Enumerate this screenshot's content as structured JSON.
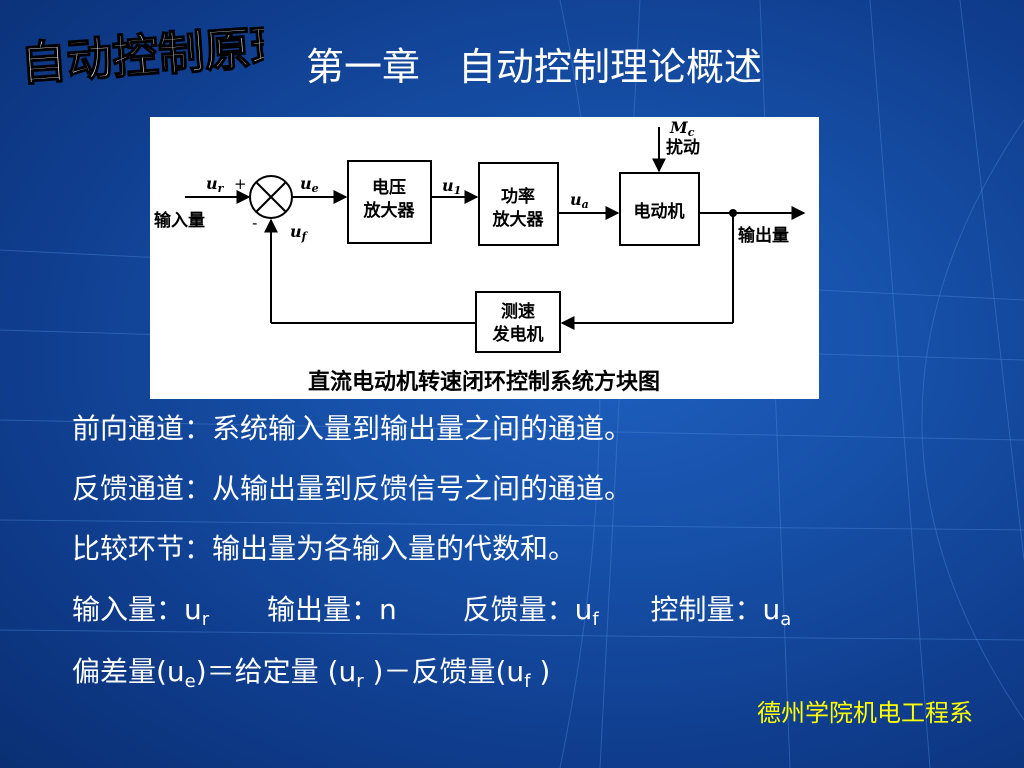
{
  "logo": {
    "text": "自动控制原理"
  },
  "title": "第一章　自动控制理论概述",
  "diagram": {
    "caption": "直流电动机转速闭环控制系统方块图",
    "input_label": "输入量",
    "output_label": "输出量",
    "disturbance_symbol": "M",
    "disturbance_subscript": "c",
    "disturbance_label": "扰动",
    "ref_symbol": "u",
    "ref_sub": "r",
    "plus": "+",
    "minus": "-",
    "error_symbol": "u",
    "error_sub": "e",
    "feedback_symbol": "u",
    "feedback_sub": "f",
    "u1_symbol": "u",
    "u1_sub": "1",
    "ua_symbol": "u",
    "ua_sub": "a",
    "blocks": {
      "voltage_amp": [
        "电压",
        "放大器"
      ],
      "power_amp": [
        "功率",
        "放大器"
      ],
      "motor": "电动机",
      "tacho": [
        "测速",
        "发电机"
      ]
    }
  },
  "defs": {
    "forward": {
      "term": "前向通道：",
      "desc": "系统输入量到输出量之间的通道。"
    },
    "feedback": {
      "term": "反馈通道：",
      "desc": "从输出量到反馈信号之间的通道。"
    },
    "compare": {
      "term": "比较环节：",
      "desc": "输出量为各输入量的代数和。"
    }
  },
  "quantities": {
    "input_term": "输入量：",
    "input_sym": "u",
    "input_sub": "r",
    "output_term": "输出量：",
    "output_sym": "n",
    "feedback_term": "反馈量：",
    "feedback_sym": "u",
    "feedback_sub": "f",
    "control_term": "控制量：",
    "control_sym": "u",
    "control_sub": "a"
  },
  "deviation": {
    "p1": "偏差量(u",
    "s1": "e",
    "p2": ")＝给定量 (u",
    "s2": "r",
    "p3": " )－反馈量(u",
    "s3": "f",
    "p4": " )"
  },
  "footer": "德州学院机电工程系",
  "colors": {
    "background": "#1650a8",
    "text": "#ffffff",
    "footer": "#ffff00"
  }
}
